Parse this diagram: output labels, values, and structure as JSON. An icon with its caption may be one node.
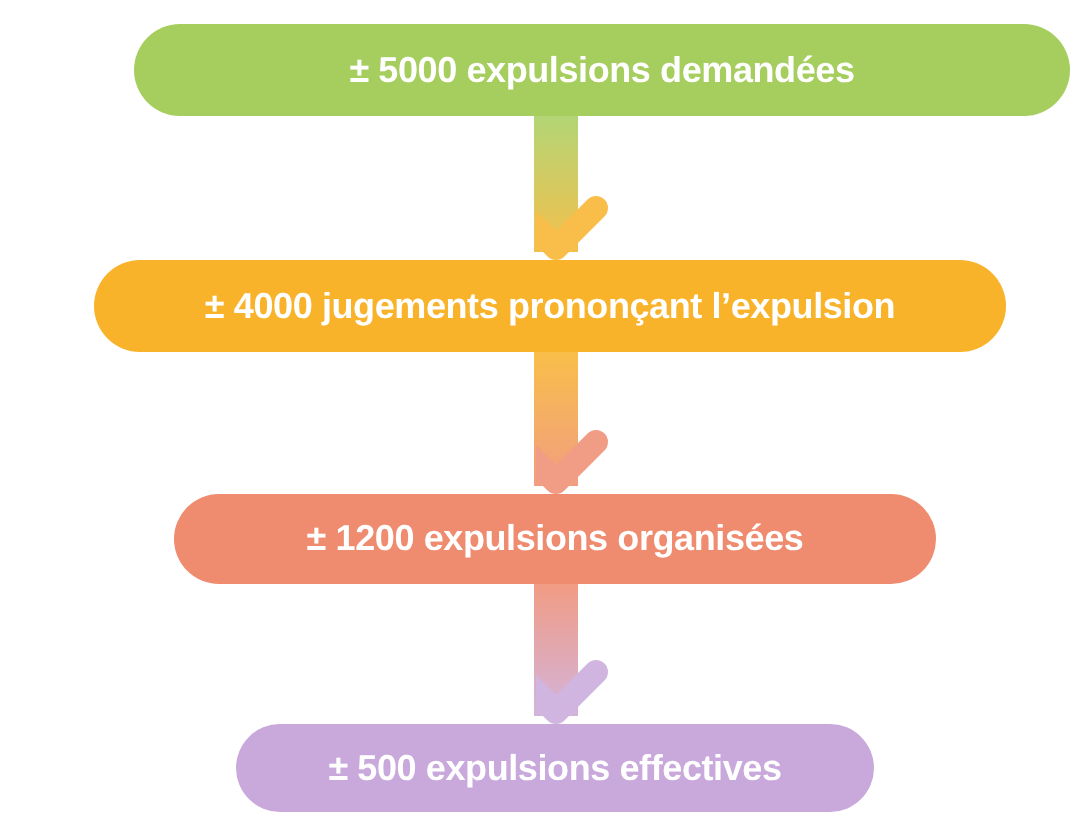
{
  "diagram": {
    "nodes": [
      {
        "text": [
          "± 5000 expulsions demandées"
        ]
      },
      {
        "text": [
          "± 4000 jugements prononçant l’expulsion"
        ]
      },
      {
        "text": [
          "± 1200 expulsions organisées"
        ]
      },
      {
        "text": [
          "± 500 expulsions effectives"
        ]
      }
    ],
    "edges": [
      {
        "from": 0,
        "to": 1,
        "arrow": "to"
      },
      {
        "from": 1,
        "to": 2,
        "arrow": "to"
      },
      {
        "from": 2,
        "to": 3,
        "arrow": "to"
      }
    ]
  }
}
